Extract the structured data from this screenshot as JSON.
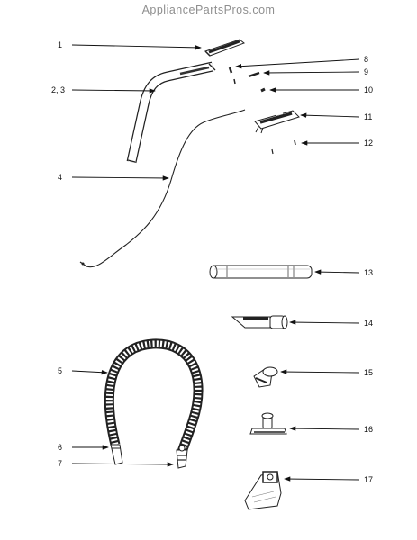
{
  "header": {
    "watermark": "AppliancePartsPros.com"
  },
  "callouts": [
    {
      "id": "c1",
      "label": "1"
    },
    {
      "id": "c23",
      "label": "2, 3"
    },
    {
      "id": "c4",
      "label": "4"
    },
    {
      "id": "c5",
      "label": "5"
    },
    {
      "id": "c6",
      "label": "6"
    },
    {
      "id": "c7",
      "label": "7"
    },
    {
      "id": "c8",
      "label": "8"
    },
    {
      "id": "c9",
      "label": "9"
    },
    {
      "id": "c10",
      "label": "10"
    },
    {
      "id": "c11",
      "label": "11"
    },
    {
      "id": "c12",
      "label": "12"
    },
    {
      "id": "c13",
      "label": "13"
    },
    {
      "id": "c14",
      "label": "14"
    },
    {
      "id": "c15",
      "label": "15"
    },
    {
      "id": "c16",
      "label": "16"
    },
    {
      "id": "c17",
      "label": "17"
    }
  ]
}
